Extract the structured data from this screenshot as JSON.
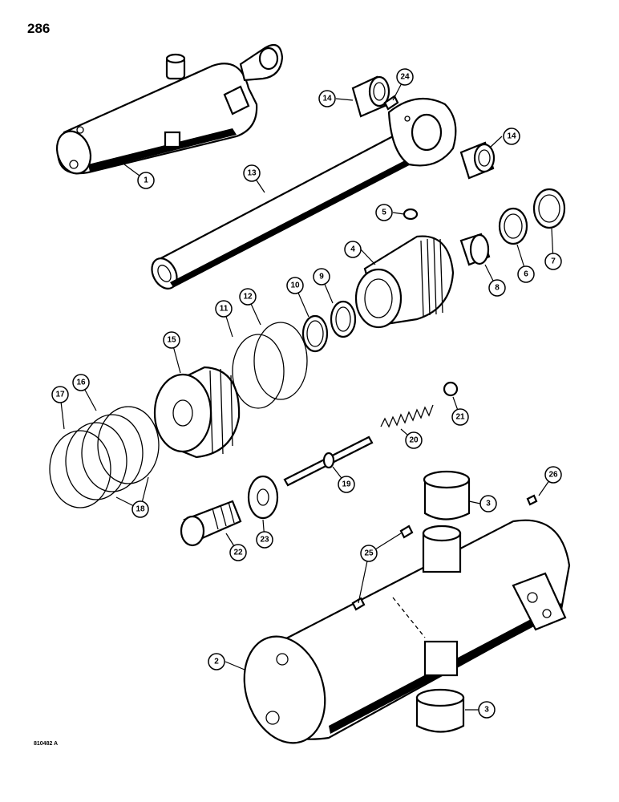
{
  "page": {
    "number": "286",
    "figure_code": "810482 A"
  },
  "callouts": [
    {
      "id": "c1",
      "label": "1"
    },
    {
      "id": "c2",
      "label": "2"
    },
    {
      "id": "c3a",
      "label": "3"
    },
    {
      "id": "c3b",
      "label": "3"
    },
    {
      "id": "c4",
      "label": "4"
    },
    {
      "id": "c5",
      "label": "5"
    },
    {
      "id": "c6",
      "label": "6"
    },
    {
      "id": "c7",
      "label": "7"
    },
    {
      "id": "c8",
      "label": "8"
    },
    {
      "id": "c9",
      "label": "9"
    },
    {
      "id": "c10",
      "label": "10"
    },
    {
      "id": "c11",
      "label": "11"
    },
    {
      "id": "c12",
      "label": "12"
    },
    {
      "id": "c13",
      "label": "13"
    },
    {
      "id": "c14a",
      "label": "14"
    },
    {
      "id": "c14b",
      "label": "14"
    },
    {
      "id": "c15",
      "label": "15"
    },
    {
      "id": "c16",
      "label": "16"
    },
    {
      "id": "c17",
      "label": "17"
    },
    {
      "id": "c18",
      "label": "18"
    },
    {
      "id": "c19",
      "label": "19"
    },
    {
      "id": "c20",
      "label": "20"
    },
    {
      "id": "c21",
      "label": "21"
    },
    {
      "id": "c22",
      "label": "22"
    },
    {
      "id": "c23",
      "label": "23"
    },
    {
      "id": "c24",
      "label": "24"
    },
    {
      "id": "c25",
      "label": "25"
    },
    {
      "id": "c26",
      "label": "26"
    }
  ]
}
